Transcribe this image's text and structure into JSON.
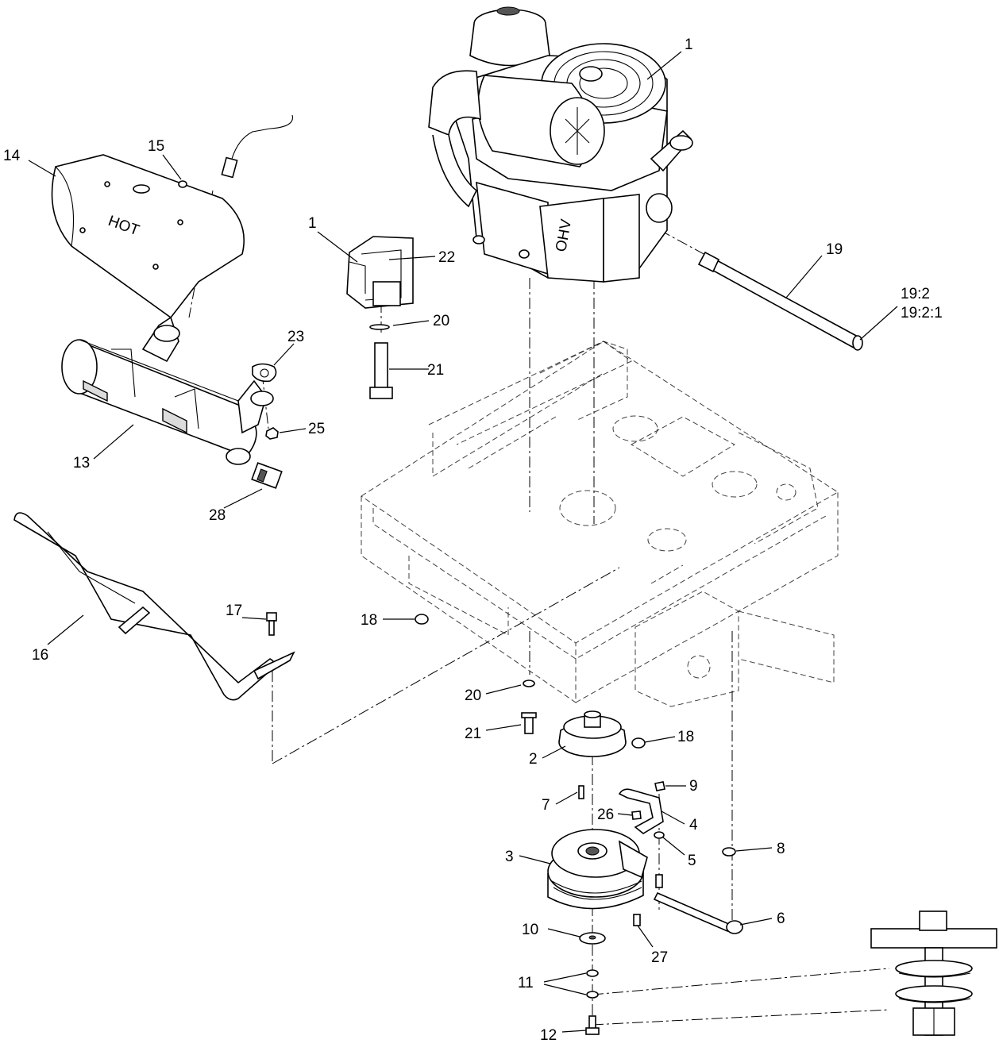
{
  "callouts": [
    {
      "id": "c-1-engine",
      "text": "1"
    },
    {
      "id": "c-1-mount",
      "text": "1"
    },
    {
      "id": "c-2",
      "text": "2"
    },
    {
      "id": "c-3",
      "text": "3"
    },
    {
      "id": "c-4",
      "text": "4"
    },
    {
      "id": "c-5",
      "text": "5"
    },
    {
      "id": "c-6",
      "text": "6"
    },
    {
      "id": "c-7",
      "text": "7"
    },
    {
      "id": "c-8",
      "text": "8"
    },
    {
      "id": "c-9",
      "text": "9"
    },
    {
      "id": "c-10",
      "text": "10"
    },
    {
      "id": "c-11",
      "text": "11"
    },
    {
      "id": "c-12",
      "text": "12"
    },
    {
      "id": "c-13",
      "text": "13"
    },
    {
      "id": "c-14",
      "text": "14"
    },
    {
      "id": "c-15",
      "text": "15"
    },
    {
      "id": "c-16",
      "text": "16"
    },
    {
      "id": "c-17",
      "text": "17"
    },
    {
      "id": "c-18-left",
      "text": "18"
    },
    {
      "id": "c-18-right",
      "text": "18"
    },
    {
      "id": "c-19",
      "text": "19"
    },
    {
      "id": "c-19-2",
      "text": "19:2"
    },
    {
      "id": "c-19-2-1",
      "text": "19:2:1"
    },
    {
      "id": "c-20-top",
      "text": "20"
    },
    {
      "id": "c-20-bottom",
      "text": "20"
    },
    {
      "id": "c-21-top",
      "text": "21"
    },
    {
      "id": "c-21-bottom",
      "text": "21"
    },
    {
      "id": "c-22",
      "text": "22"
    },
    {
      "id": "c-23",
      "text": "23"
    },
    {
      "id": "c-25",
      "text": "25"
    },
    {
      "id": "c-26",
      "text": "26"
    },
    {
      "id": "c-27",
      "text": "27"
    },
    {
      "id": "c-28",
      "text": "28"
    }
  ],
  "heat_shield_text": "HOT",
  "engine_cover_text": "OHV"
}
